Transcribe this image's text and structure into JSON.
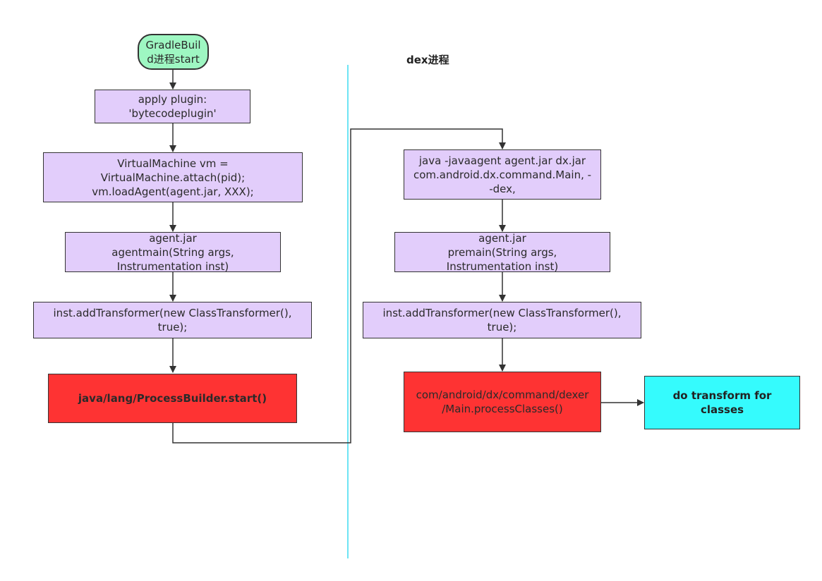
{
  "diagram": {
    "lane_label": "dex进程",
    "divider_color": "#3ddcf0",
    "colors": {
      "process_box": "#e2cdfb",
      "start_node": "#9ef7c2",
      "highlight_red": "#fe3333",
      "result_cyan": "#35fbfd",
      "edge": "#333333"
    },
    "left_flow": {
      "start": "GradleBuil\nd进程start",
      "apply_plugin": "apply plugin:\n'bytecodeplugin'",
      "attach": "VirtualMachine vm =\nVirtualMachine.attach(pid);\nvm.loadAgent(agent.jar, XXX);",
      "agentmain": "agent.jar\nagentmain(String args,\nInstrumentation inst)",
      "add_transformer": "inst.addTransformer(new ClassTransformer(),\ntrue);",
      "process_builder": "java/lang/ProcessBuilder.start()"
    },
    "right_flow": {
      "java_cmd": "java  -javaagent agent.jar  dx.jar\ncom.android.dx.command.Main, -\n-dex,",
      "premain": "agent.jar\npremain(String args,\nInstrumentation inst)",
      "add_transformer": "inst.addTransformer(new ClassTransformer(),\ntrue);",
      "process_classes": "com/android/dx/command/dexer\n/Main.processClasses()",
      "transform": "do transform for\nclasses"
    }
  }
}
